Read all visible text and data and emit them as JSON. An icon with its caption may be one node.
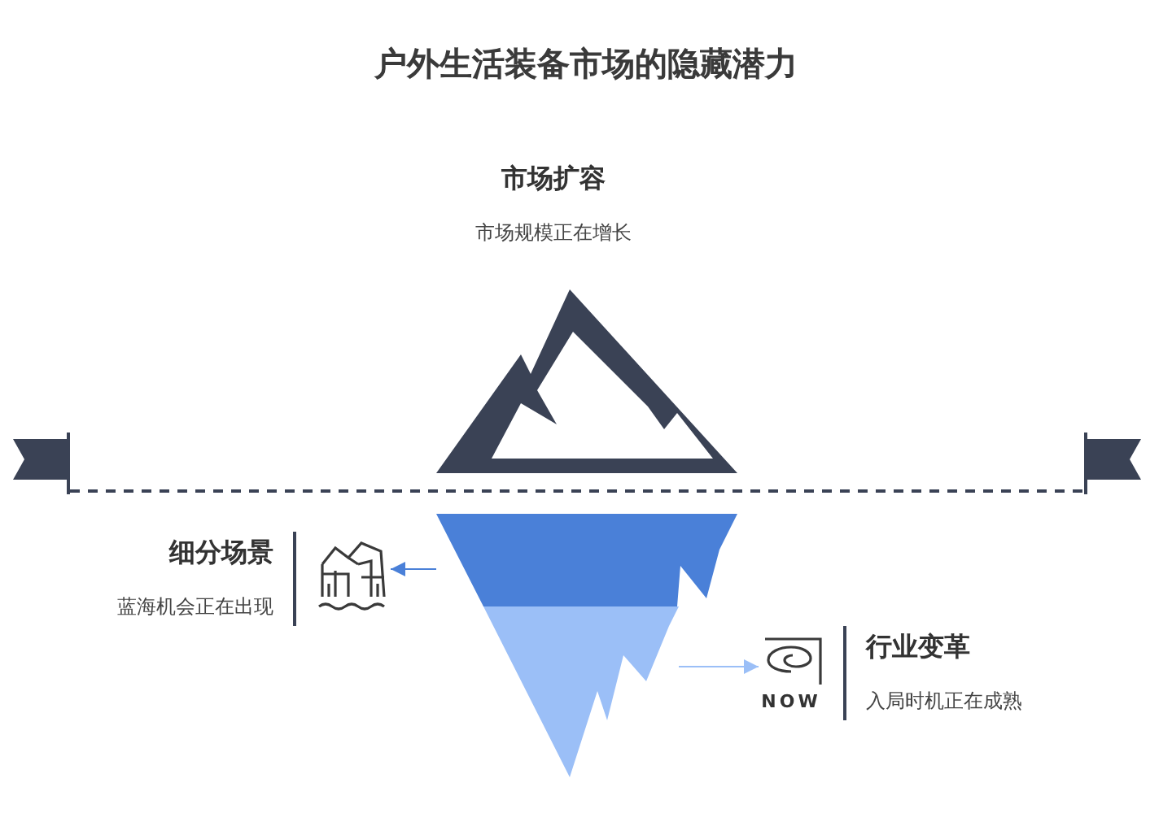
{
  "diagram": {
    "title": "户外生活装备市场的隐藏潜力",
    "nodes": [
      {
        "text": [
          "市场扩容",
          "市场规模正在增长"
        ]
      },
      {
        "text": [
          "细分场景",
          "蓝海机会正在出现"
        ]
      },
      {
        "text": [
          "行业变革",
          "入局时机正在成熟"
        ]
      },
      {
        "text": [],
        "shape": "picture"
      },
      {
        "text": [],
        "shape": "trapezoid"
      },
      {
        "text": [],
        "shape": "triangle"
      },
      {
        "text": [],
        "shape": "flag"
      },
      {
        "text": [],
        "shape": "flag"
      }
    ],
    "edges": [
      {
        "from": 4,
        "to": 1,
        "arrow": "to",
        "color": "#4a80d8"
      },
      {
        "from": 5,
        "to": 2,
        "arrow": "to",
        "color": "#9bbff7"
      },
      {
        "from": 6,
        "to": 7,
        "arrow": "none",
        "style": "dashed",
        "color": "#3a4255"
      }
    ],
    "labels": [
      "NOW"
    ]
  }
}
